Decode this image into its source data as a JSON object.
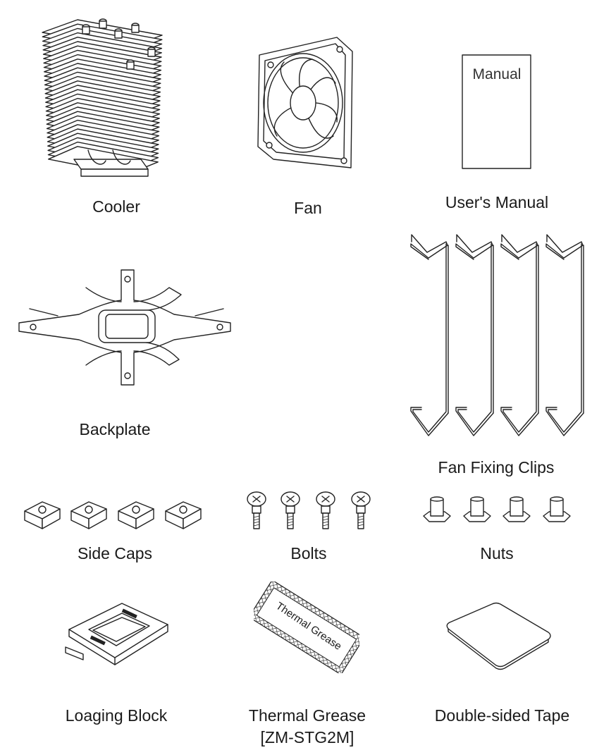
{
  "items": {
    "cooler": "Cooler",
    "fan": "Fan",
    "manual": "User's Manual",
    "manual_cover": "Manual",
    "backplate": "Backplate",
    "clips": "Fan Fixing Clips",
    "side_caps": "Side Caps",
    "bolts": "Bolts",
    "nuts": "Nuts",
    "loading_block": "Loaging Block",
    "grease_line1": "Thermal Grease",
    "grease_line2": "[ZM-STG2M]",
    "grease_packet": "Thermal Grease",
    "tape": "Double-sided Tape"
  }
}
